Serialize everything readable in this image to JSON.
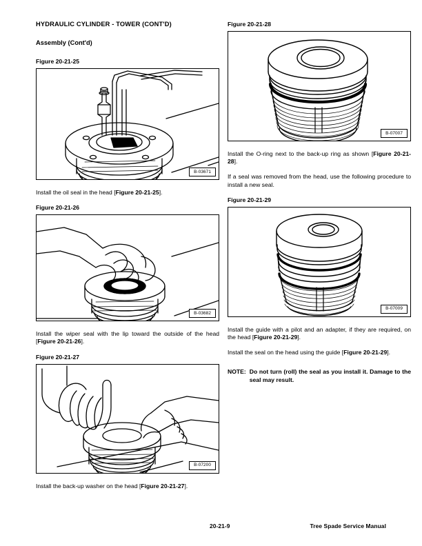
{
  "document": {
    "section_title": "HYDRAULIC CYLINDER - TOWER (CONT'D)",
    "subsection_title": "Assembly (Cont'd)"
  },
  "left_column": {
    "figures": [
      {
        "caption": "Figure 20-21-25",
        "id_label": "B-03671",
        "illustration": "cylinder-head-with-seal-driver-tool"
      },
      {
        "caption": "Figure 20-21-26",
        "id_label": "B-03682",
        "illustration": "hand-installing-wiper-seal-on-head"
      },
      {
        "caption": "Figure 20-21-27",
        "id_label": "B-07200",
        "illustration": "two-hands-installing-back-up-washer-on-head"
      }
    ],
    "paragraphs": [
      {
        "after_figure": "Figure 20-21-25",
        "runs": [
          {
            "text": "Install the oil seal in the head [",
            "bold": false
          },
          {
            "text": "Figure 20-21-25",
            "bold": true
          },
          {
            "text": "].",
            "bold": false
          }
        ]
      },
      {
        "after_figure": "Figure 20-21-26",
        "runs": [
          {
            "text": "Install the wiper seal with the lip toward the outside of the head [",
            "bold": false
          },
          {
            "text": "Figure 20-21-26",
            "bold": true
          },
          {
            "text": "].",
            "bold": false
          }
        ]
      },
      {
        "after_figure": "Figure 20-21-27",
        "runs": [
          {
            "text": "Install the back-up washer on the head [",
            "bold": false
          },
          {
            "text": "Figure 20-21-27",
            "bold": true
          },
          {
            "text": "].",
            "bold": false
          }
        ]
      }
    ]
  },
  "right_column": {
    "figures": [
      {
        "caption": "Figure 20-21-28",
        "id_label": "B-07007",
        "illustration": "threaded-cylinder-head-with-o-ring-and-back-up-ring"
      },
      {
        "caption": "Figure 20-21-29",
        "id_label": "B-07009",
        "illustration": "threaded-cylinder-head-with-guide-and-seal"
      }
    ],
    "paragraphs": [
      {
        "runs": [
          {
            "text": "Install the O-ring next to the back-up ring as shown [",
            "bold": false
          },
          {
            "text": "Figure 20-21-28",
            "bold": true
          },
          {
            "text": "].",
            "bold": false
          }
        ]
      },
      {
        "runs": [
          {
            "text": "If a seal was removed from the head, use the following procedure to install a new seal.",
            "bold": false
          }
        ]
      },
      {
        "runs": [
          {
            "text": "Install the guide with a pilot and an adapter, if they are required, on the head [",
            "bold": false
          },
          {
            "text": "Figure 20-21-29",
            "bold": true
          },
          {
            "text": "].",
            "bold": false
          }
        ]
      },
      {
        "runs": [
          {
            "text": "Install the seal on the head using the guide [",
            "bold": false
          },
          {
            "text": "Figure 20-21-29",
            "bold": true
          },
          {
            "text": "].",
            "bold": false
          }
        ]
      }
    ],
    "note": {
      "label": "NOTE:",
      "text": "Do not turn (roll) the seal as you install it. Damage to the seal may result."
    }
  },
  "footer": {
    "page_number": "20-21-9",
    "manual_title": "Tree Spade Service Manual"
  }
}
